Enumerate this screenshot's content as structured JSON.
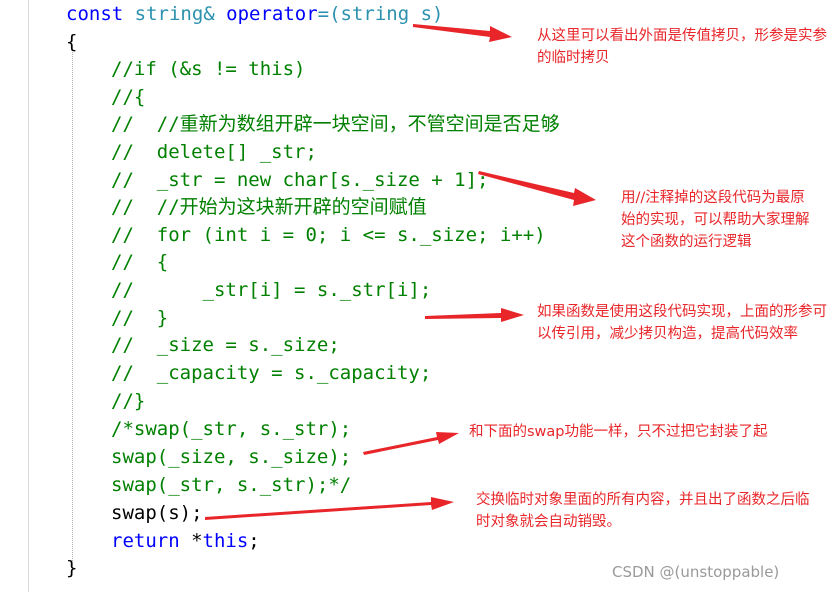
{
  "code": {
    "lines": [
      {
        "segments": [
          {
            "t": "const",
            "c": "kw"
          },
          {
            "t": " string& ",
            "c": "type"
          },
          {
            "t": "operator",
            "c": "kw"
          },
          {
            "t": "=(string s)",
            "c": "type"
          }
        ]
      },
      {
        "segments": [
          {
            "t": "{",
            "c": "plain"
          }
        ]
      },
      {
        "segments": [
          {
            "t": "//if (&s != this)",
            "c": "cm"
          }
        ]
      },
      {
        "segments": [
          {
            "t": "//{",
            "c": "cm"
          }
        ]
      },
      {
        "segments": [
          {
            "t": "//  //重新为数组开辟一块空间，不管空间是否足够",
            "c": "cm"
          }
        ]
      },
      {
        "segments": [
          {
            "t": "//  delete[] _str;",
            "c": "cm"
          }
        ]
      },
      {
        "segments": [
          {
            "t": "//  _str = new char[s._size + 1];",
            "c": "cm"
          }
        ]
      },
      {
        "segments": [
          {
            "t": "//  //开始为这块新开辟的空间赋值",
            "c": "cm"
          }
        ]
      },
      {
        "segments": [
          {
            "t": "//  for (int i = 0; i <= s._size; i++)",
            "c": "cm"
          }
        ]
      },
      {
        "segments": [
          {
            "t": "//  {",
            "c": "cm"
          }
        ]
      },
      {
        "segments": [
          {
            "t": "//      _str[i] = s._str[i];",
            "c": "cm"
          }
        ]
      },
      {
        "segments": [
          {
            "t": "//  }",
            "c": "cm"
          }
        ]
      },
      {
        "segments": [
          {
            "t": "//  _size = s._size;",
            "c": "cm"
          }
        ]
      },
      {
        "segments": [
          {
            "t": "//  _capacity = s._capacity;",
            "c": "cm"
          }
        ]
      },
      {
        "segments": [
          {
            "t": "//}",
            "c": "cm"
          }
        ]
      },
      {
        "segments": [
          {
            "t": "/*swap(_str, s._str);",
            "c": "cm"
          }
        ]
      },
      {
        "segments": [
          {
            "t": "swap(_size, s._size);",
            "c": "cm"
          }
        ]
      },
      {
        "segments": [
          {
            "t": "swap(_str, s._str);*/",
            "c": "cm"
          }
        ]
      },
      {
        "segments": [
          {
            "t": "swap(s);",
            "c": "plain"
          }
        ]
      },
      {
        "segments": [
          {
            "t": "return",
            "c": "kw"
          },
          {
            "t": " *",
            "c": "plain"
          },
          {
            "t": "this",
            "c": "kw"
          },
          {
            "t": ";",
            "c": "plain"
          }
        ]
      },
      {
        "segments": [
          {
            "t": "}",
            "c": "plain"
          }
        ]
      }
    ]
  },
  "annotations": {
    "a1": "从这里可以看出外面是传值拷贝，形参是实参的临时拷贝",
    "a2": "用//注释掉的这段代码为最原始的实现，可以帮助大家理解这个函数的运行逻辑",
    "a3": "如果函数是使用这段代码实现，上面的形参可以传引用，减少拷贝构造，提高代码效率",
    "a4": "和下面的swap功能一样，只不过把它封装了起",
    "a5": "交换临时对象里面的所有内容，并且出了函数之后临时对象就会自动销毁。"
  },
  "colors": {
    "keyword": "#0000ff",
    "type": "#2b91af",
    "comment": "#008000",
    "annotation": "#e8262a"
  },
  "watermark": "CSDN @(unstoppable)"
}
